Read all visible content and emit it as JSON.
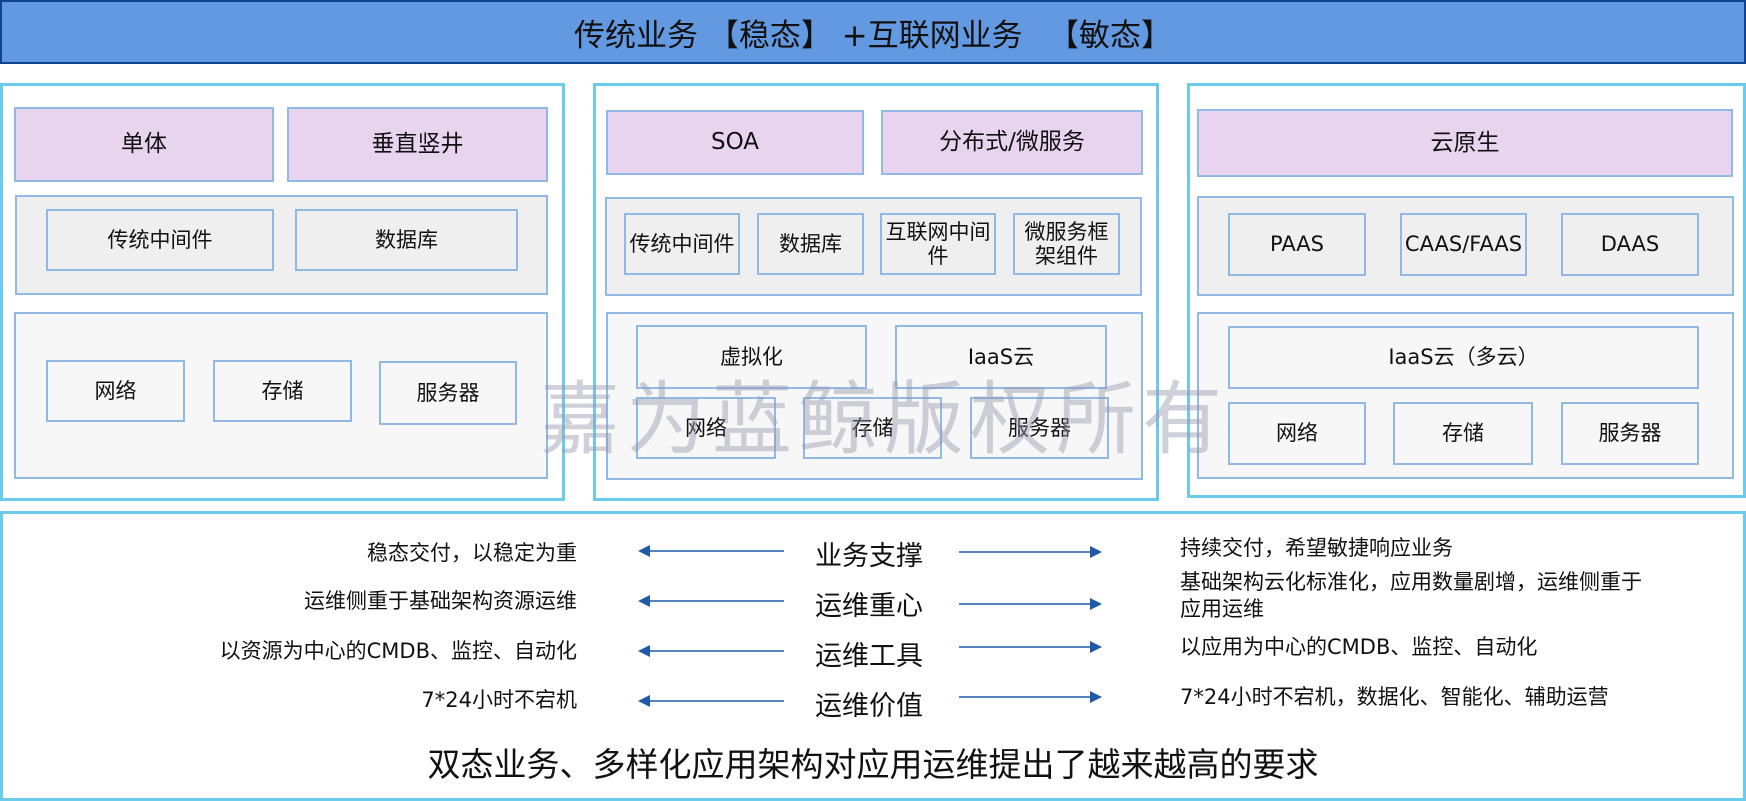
{
  "header": {
    "title": "传统业务 【稳态】 +互联网业务 　【敏态】"
  },
  "panels": [
    {
      "top_row": [
        "单体",
        "垂直竖井"
      ],
      "middle_row": [
        "传统中间件",
        "数据库"
      ],
      "bottom_row": [
        "网络",
        "存储",
        "服务器"
      ]
    },
    {
      "top_row": [
        "SOA",
        "分布式/微服务"
      ],
      "middle_row": [
        "传统中间件",
        "数据库",
        "互联网中间件",
        "微服务框架组件"
      ],
      "bottom_upper_row": [
        "虚拟化",
        "IaaS云"
      ],
      "bottom_row": [
        "网络",
        "存储",
        "服务器"
      ]
    },
    {
      "top_row": [
        "云原生"
      ],
      "middle_row": [
        "PAAS",
        "CAAS/FAAS",
        "DAAS"
      ],
      "bottom_upper_row": [
        "IaaS云（多云）"
      ],
      "bottom_row": [
        "网络",
        "存储",
        "服务器"
      ]
    }
  ],
  "watermark": "嘉为蓝鲸版权所有",
  "comparison": {
    "rows": [
      {
        "left": "稳态交付，以稳定为重",
        "center": "业务支撑",
        "right": "持续交付，希望敏捷响应业务"
      },
      {
        "left": "运维侧重于基础架构资源运维",
        "center": "运维重心",
        "right": "基础架构云化标准化，应用数量剧增，运维侧重于应用运维"
      },
      {
        "left": "以资源为中心的CMDB、监控、自动化",
        "center": "运维工具",
        "right": "以应用为中心的CMDB、监控、自动化"
      },
      {
        "left": "7*24小时不宕机",
        "center": "运维价值",
        "right": "7*24小时不宕机，数据化、智能化、辅助运营"
      }
    ],
    "summary": "双态业务、多样化应用架构对应用运维提出了越来越高的要求"
  },
  "colors": {
    "header_bg": "#6399e0",
    "header_border": "#124391",
    "panel_border": "#6ccbea",
    "box_border": "#92b8e6",
    "pink": "#e8d4ef",
    "arrow": "#1f5aa8"
  }
}
